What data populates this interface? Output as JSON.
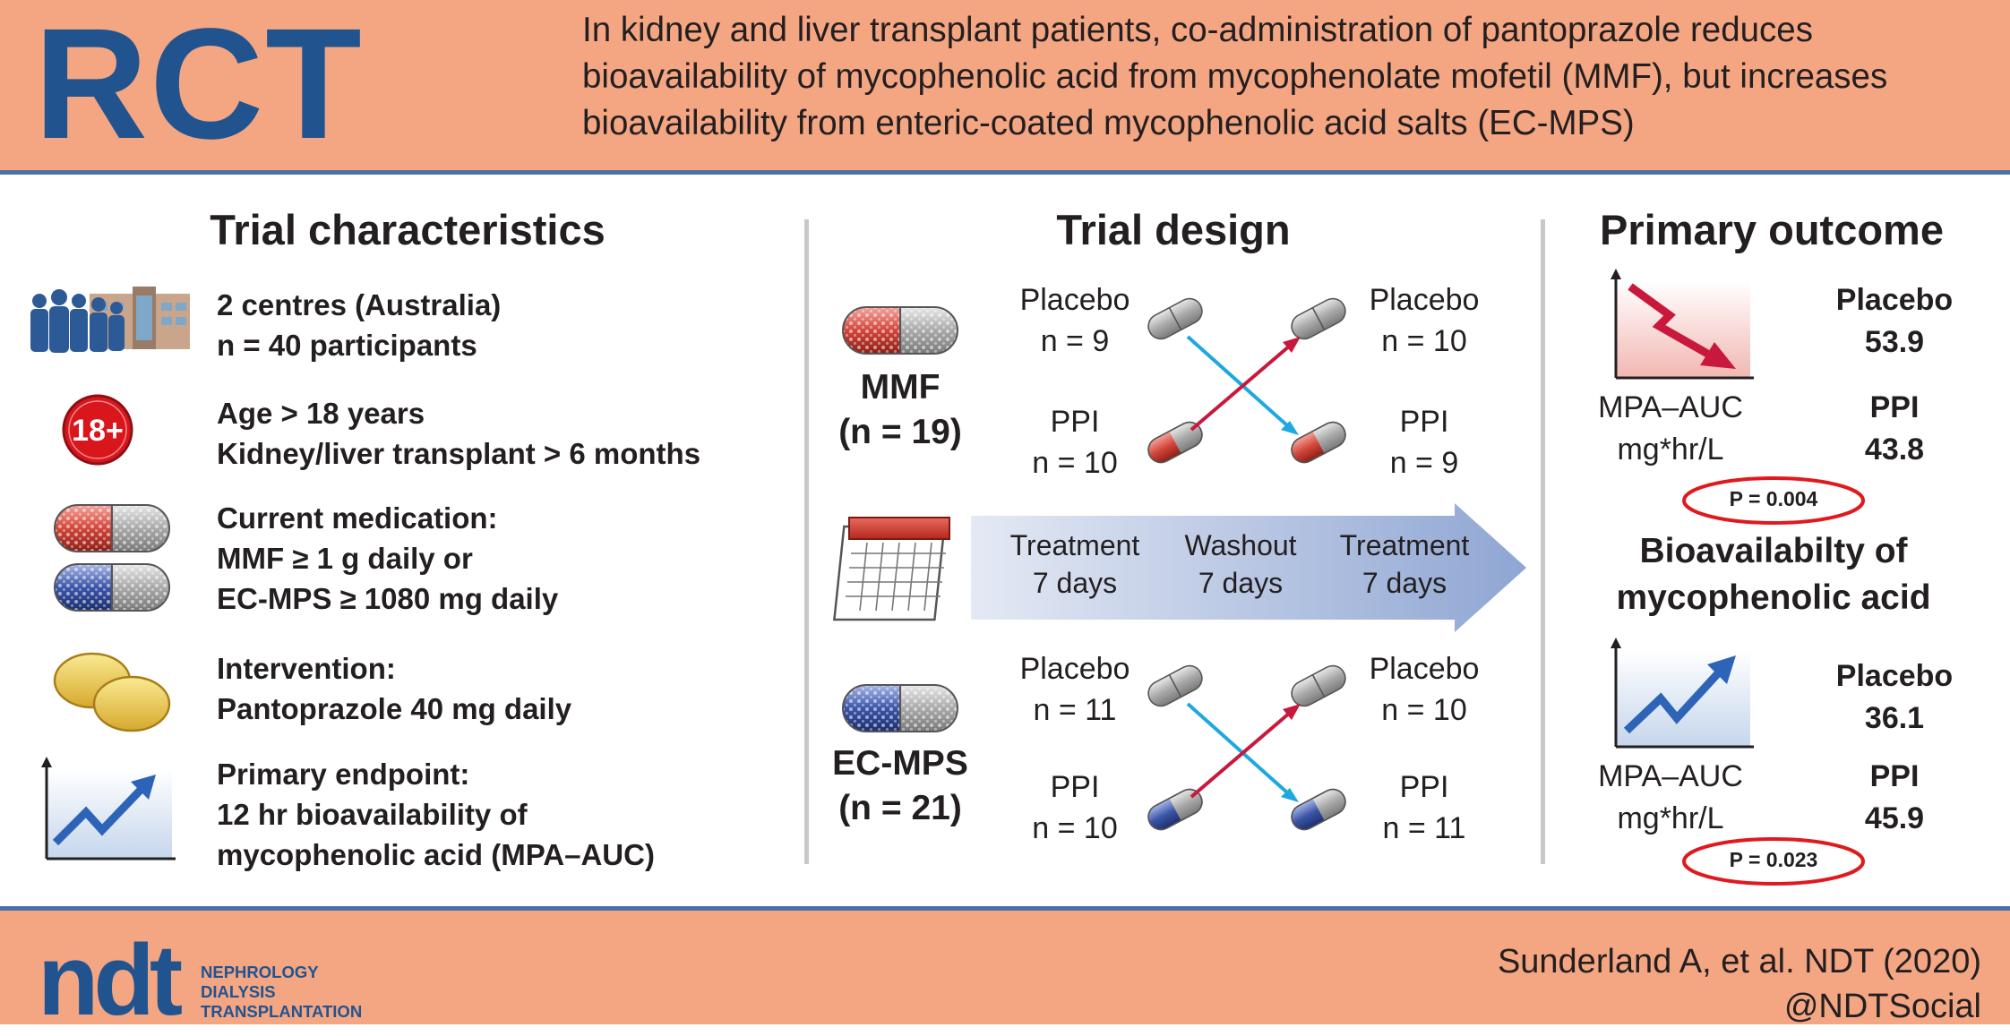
{
  "header": {
    "badge": "RCT",
    "summary": "In kidney and liver transplant patients, co-administration of pantoprazole reduces bioavailability of mycophenolic acid from mycophenolate mofetil (MMF), but increases bioavailability from enteric-coated mycophenolic acid salts (EC-MPS)"
  },
  "characteristics": {
    "title": "Trial characteristics",
    "items": [
      {
        "icon": "people-building-icon",
        "lines": [
          "2 centres (Australia)",
          "n = 40 participants"
        ]
      },
      {
        "icon": "age-18-plus-icon",
        "badge": "18+",
        "lines": [
          "Age > 18 years",
          "Kidney/liver transplant > 6 months"
        ]
      },
      {
        "icon": "capsules-icon",
        "lines": [
          "Current medication:",
          "MMF ≥ 1 g daily or",
          "EC-MPS ≥ 1080 mg daily"
        ]
      },
      {
        "icon": "tablets-icon",
        "lines": [
          "Intervention:",
          "Pantoprazole 40 mg daily"
        ]
      },
      {
        "icon": "trend-up-chart-icon",
        "lines": [
          "Primary endpoint:",
          "12 hr bioavailability of",
          "mycophenolic acid (MPA–AUC)"
        ]
      }
    ]
  },
  "design": {
    "title": "Trial design",
    "mmf": {
      "name": "MMF",
      "n": "(n = 19)",
      "left_top": [
        "Placebo",
        "n = 9"
      ],
      "left_bottom": [
        "PPI",
        "n = 10"
      ],
      "right_top": [
        "Placebo",
        "n = 10"
      ],
      "right_bottom": [
        "PPI",
        "n = 9"
      ]
    },
    "ecmps": {
      "name": "EC-MPS",
      "n": "(n = 21)",
      "left_top": [
        "Placebo",
        "n = 11"
      ],
      "left_bottom": [
        "PPI",
        "n = 10"
      ],
      "right_top": [
        "Placebo",
        "n = 10"
      ],
      "right_bottom": [
        "PPI",
        "n = 11"
      ]
    },
    "timeline": [
      [
        "Treatment",
        "7 days"
      ],
      [
        "Washout",
        "7 days"
      ],
      [
        "Treatment",
        "7 days"
      ]
    ]
  },
  "outcome": {
    "title": "Primary outcome",
    "mmf": {
      "trend": "down",
      "placebo_label": "Placebo",
      "placebo_value": "53.9",
      "measure": [
        "MPA–AUC",
        "mg*hr/L"
      ],
      "ppi_label": "PPI",
      "ppi_value": "43.8",
      "p": "P = 0.004"
    },
    "subtitle": [
      "Bioavailabilty of",
      "mycophenolic acid"
    ],
    "ecmps": {
      "trend": "up",
      "placebo_label": "Placebo",
      "placebo_value": "36.1",
      "measure": [
        "MPA–AUC",
        "mg*hr/L"
      ],
      "ppi_label": "PPI",
      "ppi_value": "45.9",
      "p": "P = 0.023"
    }
  },
  "footer": {
    "logo": "ndt",
    "journal": [
      "NEPHROLOGY",
      "DIALYSIS",
      "TRANSPLANTATION"
    ],
    "citation": "Sunderland A, et al. NDT (2020)",
    "handle": "@NDTSocial"
  },
  "colors": {
    "header_bg": "#f4a683",
    "brand_blue": "#21548f",
    "rule_blue": "#4a72a8",
    "placebo_capsule": "#a8a8a8",
    "mmf_capsule": "#d2463a",
    "ecmps_capsule": "#3b55a8",
    "arrow_red": "#c8183c",
    "arrow_cyan": "#1ea8e0",
    "p_ring": "#e0191e"
  }
}
